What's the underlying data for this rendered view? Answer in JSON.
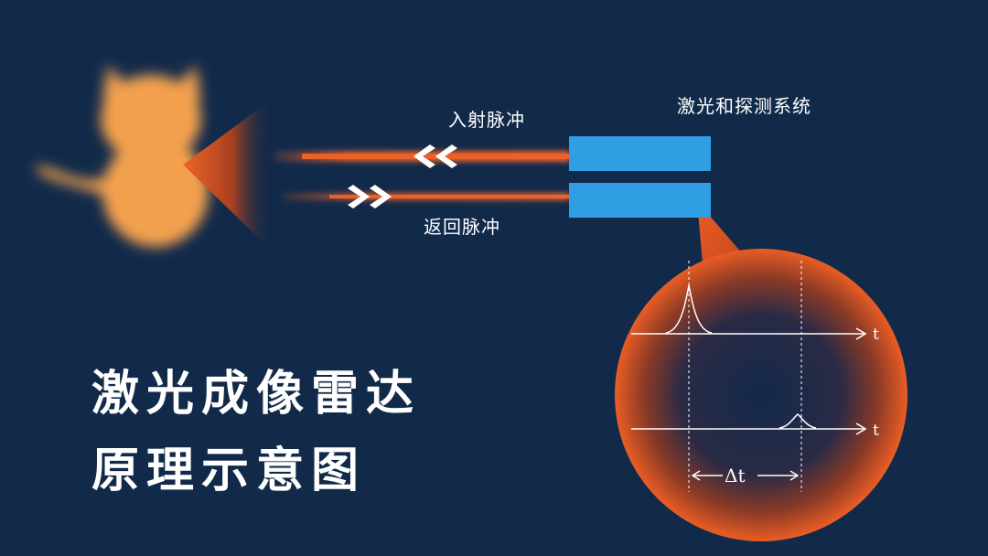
{
  "system_label": "激光和探测系统",
  "incident_label": "入射脉冲",
  "return_label": "返回脉冲",
  "title": {
    "line1": "激光成像雷达",
    "line2": "原理示意图"
  },
  "inset": {
    "axis_top_label": "t",
    "axis_bottom_label": "t",
    "delta_label": "Δt"
  },
  "colors": {
    "background": "#122a4a",
    "cat": "#f2a04e",
    "beam": "#e8622a",
    "emitter": "#2f9ee2",
    "inset_glow": "#e05a22"
  },
  "icons": {
    "target": "cat-icon",
    "incident_arrows": "double-chevron-left-icon",
    "return_arrows": "double-chevron-right-icon"
  }
}
